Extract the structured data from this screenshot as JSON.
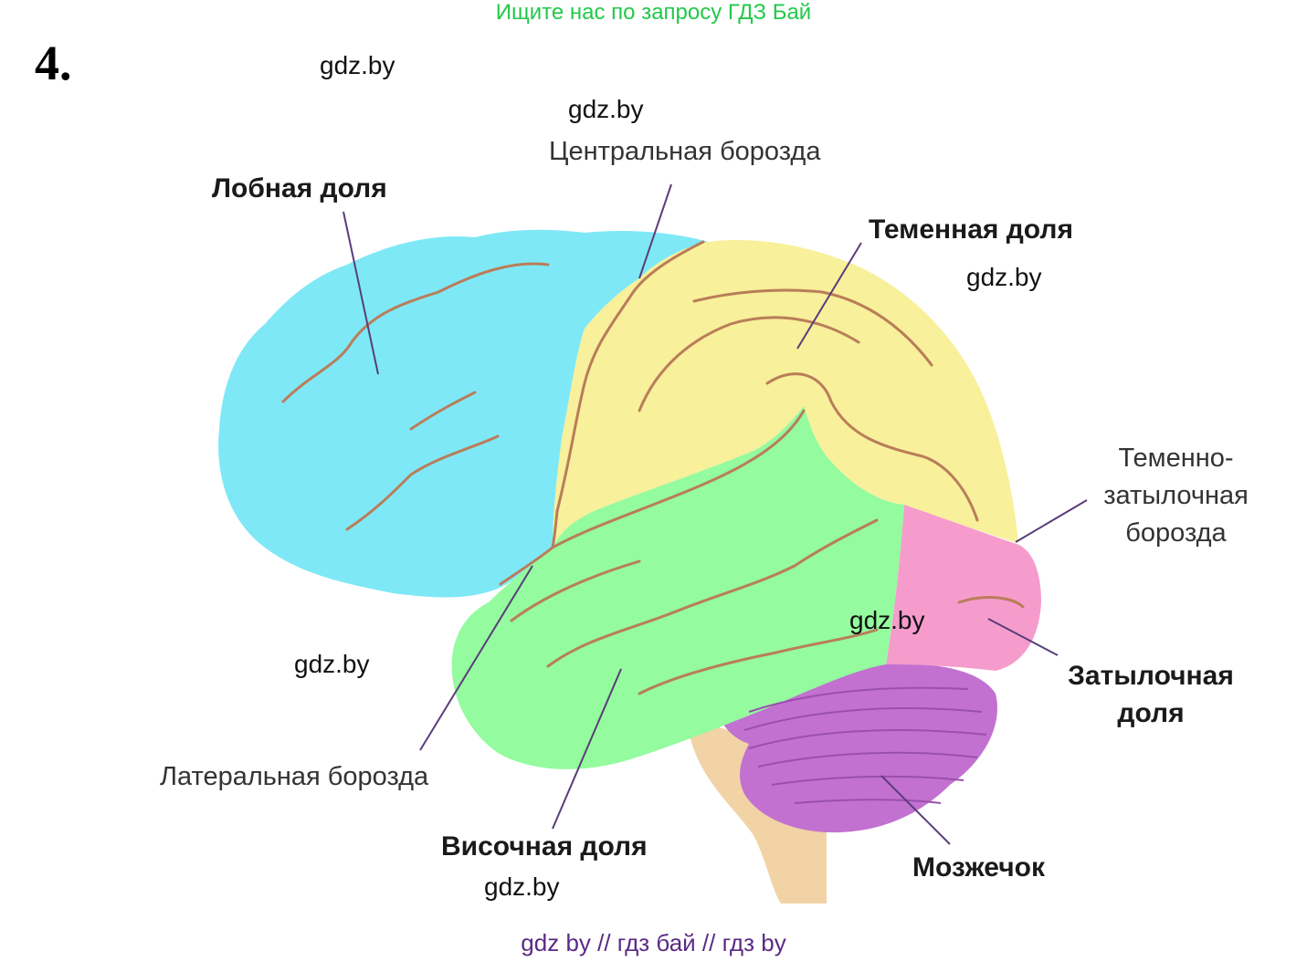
{
  "header": {
    "search_hint": "Ищите нас по запросу ГДЗ Бай"
  },
  "task": {
    "number": "4."
  },
  "watermarks": {
    "w1": "gdz.by",
    "w2": "gdz.by",
    "w3": "gdz.by",
    "w4": "gdz.by",
    "w5": "gdz.by",
    "w6": "gdz.by"
  },
  "labels": {
    "frontal_lobe": "Лобная доля",
    "central_sulcus": "Центральная борозда",
    "parietal_lobe": "Теменная доля",
    "parieto_occipital_1": "Теменно-",
    "parieto_occipital_2": "затылочная",
    "parieto_occipital_3": "борозда",
    "occipital_lobe_1": "Затылочная",
    "occipital_lobe_2": "доля",
    "lateral_sulcus": "Латеральная борозда",
    "temporal_lobe": "Височная доля",
    "cerebellum": "Мозжечок"
  },
  "colors": {
    "frontal": "#7fe8f6",
    "parietal": "#f8f09a",
    "temporal": "#94fb9e",
    "occipital": "#f69ccd",
    "cerebellum": "#c271d0",
    "brainstem": "#f2d3a6",
    "sulcus_line": "#b97d5a",
    "leader_line": "#5a3d7a"
  },
  "footer": {
    "text": "gdz by  //  гдз бай  //  гдз by"
  }
}
